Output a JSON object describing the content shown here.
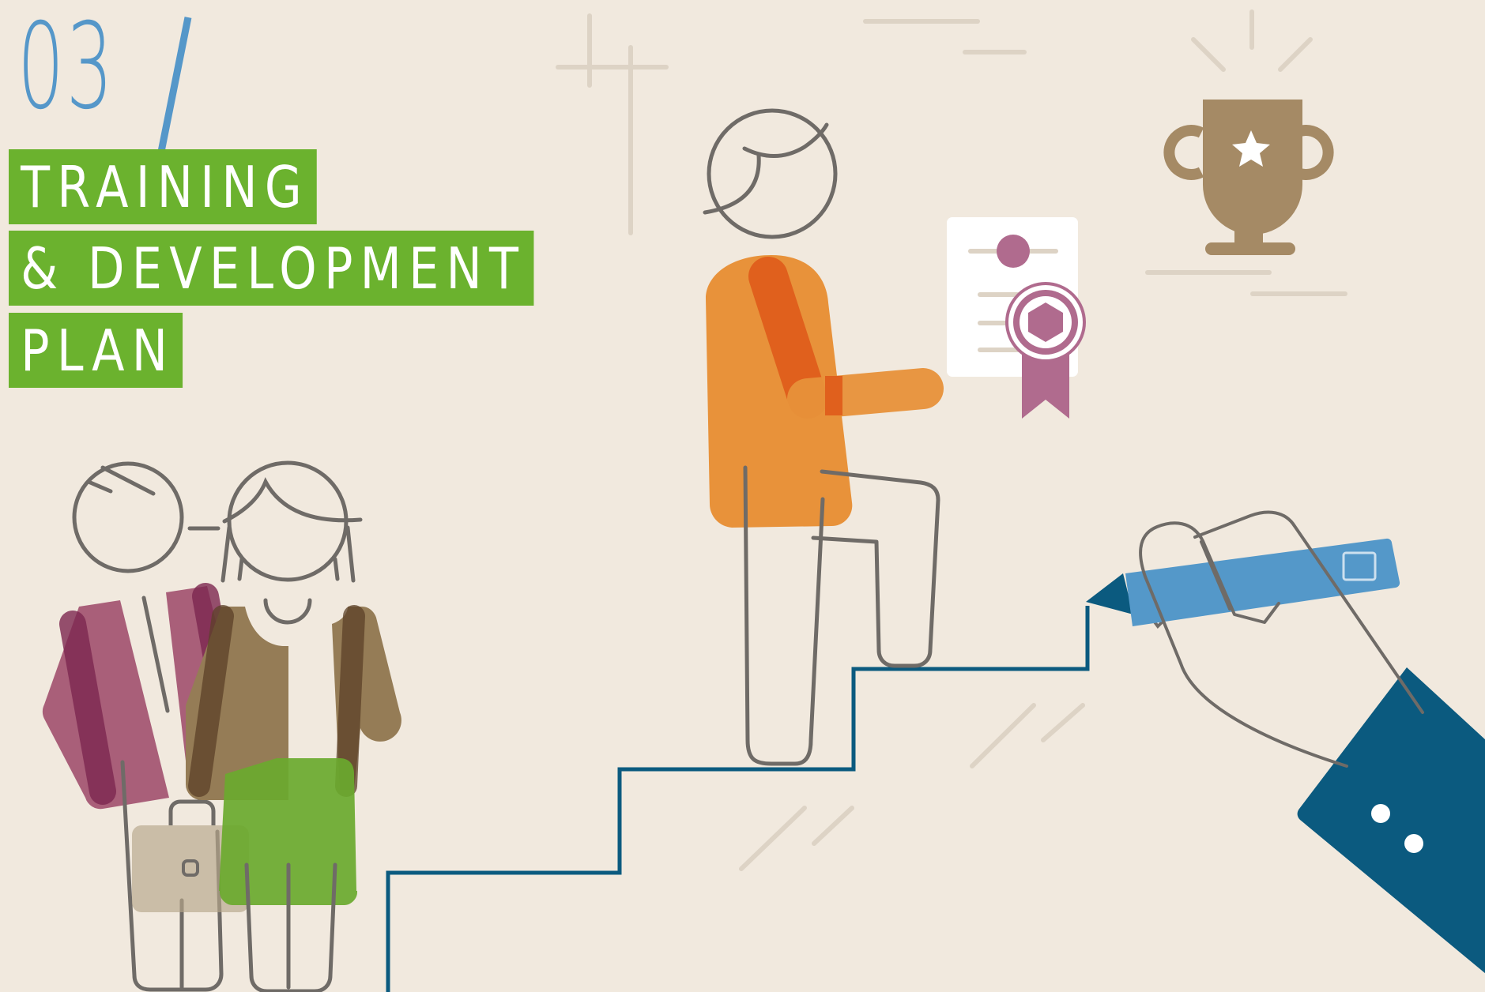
{
  "header": {
    "section_number": "03",
    "title_lines": [
      "TRAINING",
      "& DEVELOPMENT",
      "PLAN"
    ]
  },
  "colors": {
    "background": "#f1e9de",
    "title_green": "#6bb22e",
    "number_blue": "#5597c9",
    "stair_line": "#0b5a7f",
    "orange_body": "#e8923a",
    "orange_arm": "#e0601d",
    "plum_jacket": "#a95f79",
    "brown_jacket": "#957c56",
    "green_skirt": "#6aa92e",
    "trophy_brown": "#a58a65",
    "ribbon_purple": "#b06b8e",
    "pen_blue": "#5498c9",
    "sleeve_navy": "#0b5a7f",
    "outline_gray": "#6f6b67"
  },
  "illustration": {
    "icons": [
      "trophy-icon",
      "certificate-icon",
      "stairs-icon",
      "pen-icon",
      "briefcase-icon"
    ]
  }
}
